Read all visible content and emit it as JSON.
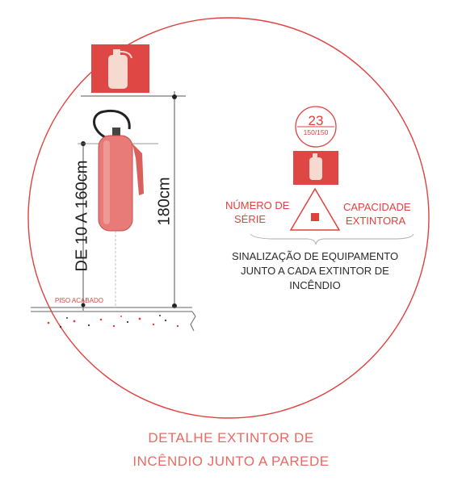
{
  "dimensions": {
    "height_range": "DE 10 A 160cm",
    "sign_height": "180cm"
  },
  "floor": {
    "label": "PISO ACABADO"
  },
  "signage": {
    "number": "23",
    "fraction": "150/150",
    "serial_label_line1": "NÚMERO DE",
    "serial_label_line2": "SÉRIE",
    "capacity_label_line1": "CAPACIDADE",
    "capacity_label_line2": "EXTINTORA",
    "description_line1": "SINALIZAÇÃO DE EQUIPAMENTO",
    "description_line2": "JUNTO A CADA EXTINTOR DE",
    "description_line3": "INCÊNDIO"
  },
  "caption": {
    "line1": "DETALHE EXTINTOR DE",
    "line2": "INCÊNDIO JUNTO A PAREDE"
  },
  "colors": {
    "accent_red": "#e0413e",
    "extinguisher_body": "#e87a78",
    "caption_red": "#e96a62",
    "sign_red": "#df4745"
  }
}
